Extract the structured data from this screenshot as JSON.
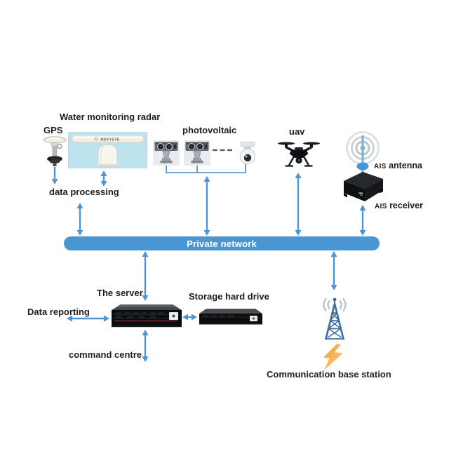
{
  "labels": {
    "title": "Water monitoring radar",
    "gps": "GPS",
    "radar_brand": "MSKYEYE",
    "photovoltaic": "photovoltaic",
    "uav": "uav",
    "ais_antenna_prefix": "AIS",
    "ais_antenna_word": "antenna",
    "ais_receiver_prefix": "AIS",
    "ais_receiver_word": "receiver",
    "data_processing": "data processing",
    "private_network": "Private network",
    "the_server": "The server",
    "storage_hard_drive": "Storage hard drive",
    "data_reporting": "Data reporting",
    "command_centre": "command centre",
    "communication_base_station": "Communication base station"
  },
  "colors": {
    "arrow_blue": "#4f95d6",
    "network_bar": "#4a96d2",
    "radar_panel_bg": "#bfe2ef",
    "tower_blue": "#3c6e9f",
    "lightning_orange": "#f2a23a",
    "label_text": "#1e1e20"
  },
  "connections": [
    {
      "from": "gps",
      "to": "data_processing",
      "style": "arrow-down"
    },
    {
      "from": "water_monitoring_radar",
      "to": "data_processing",
      "style": "arrow-both"
    },
    {
      "from": "data_processing",
      "to": "private_network",
      "style": "arrow-both"
    },
    {
      "from": "photovoltaic_cameras",
      "to": "private_network",
      "style": "arrow-both"
    },
    {
      "from": "uav",
      "to": "private_network",
      "style": "arrow-both"
    },
    {
      "from": "ais_antenna",
      "to": "ais_receiver",
      "style": "line"
    },
    {
      "from": "ais_receiver",
      "to": "private_network",
      "style": "arrow-both"
    },
    {
      "from": "private_network",
      "to": "the_server",
      "style": "arrow-both"
    },
    {
      "from": "private_network",
      "to": "communication_base_station",
      "style": "arrow-both"
    },
    {
      "from": "the_server",
      "to": "data_reporting",
      "style": "arrow-both"
    },
    {
      "from": "the_server",
      "to": "storage_hard_drive",
      "style": "arrow-both"
    },
    {
      "from": "the_server",
      "to": "command_centre",
      "style": "arrow-both"
    }
  ]
}
